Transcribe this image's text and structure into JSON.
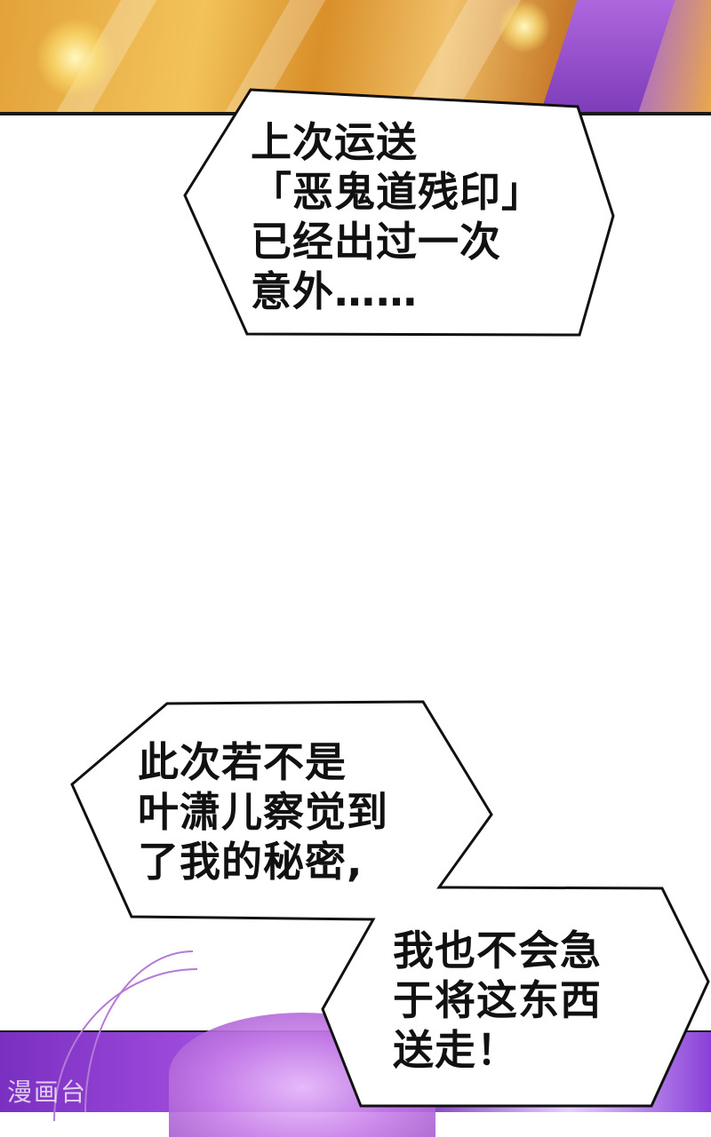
{
  "bubble_1": {
    "lines": [
      "上次运送",
      "「恶鬼道残印」",
      "已经出过一次",
      "意外……"
    ]
  },
  "bubble_2": {
    "lines": [
      "此次若不是",
      "叶潇儿察觉到",
      "了我的秘密,"
    ]
  },
  "bubble_3": {
    "lines": [
      "我也不会急",
      "于将这东西",
      "送走！"
    ]
  },
  "watermark": "漫画台"
}
